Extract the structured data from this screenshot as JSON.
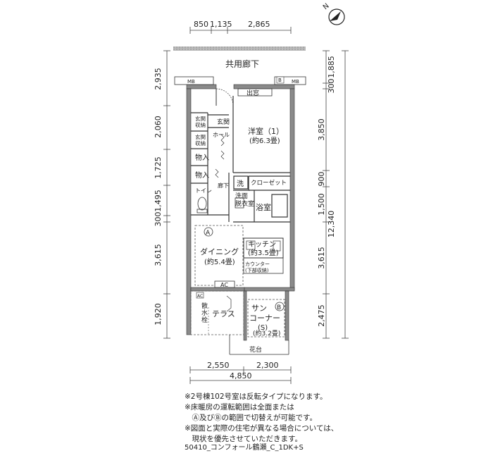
{
  "dims": {
    "top": [
      "850",
      "1,135",
      "2,865"
    ],
    "left": [
      "2,935",
      "2,060",
      "1,725",
      "1,495",
      "300",
      "3,615",
      "1,920"
    ],
    "right": [
      "1,885",
      "300",
      "3,850",
      "900",
      "1,500",
      "12,340",
      "3,615",
      "2,475"
    ],
    "bottom": [
      "2,550",
      "2,300",
      "4,850"
    ]
  },
  "rooms": {
    "corridor": "共用廊下",
    "mb_left": "MB",
    "mb_right": "MB",
    "b": "B",
    "demado": "出窓",
    "genkan_shuno_1": [
      "玄関",
      "収納"
    ],
    "genkan_shuno_2": [
      "玄関",
      "収納"
    ],
    "genkan": "玄関",
    "hall": "ホール",
    "yoshitsu": [
      "洋室（1）",
      "(約6.3畳)"
    ],
    "mono_1": "物入",
    "mono_2": "物入",
    "toilet": "トイレ",
    "rouka": "廊下",
    "sen": "洗",
    "closet": "クローゼット",
    "senmen": [
      "洗面",
      "脱衣室"
    ],
    "yokushitsu": "浴室",
    "marker_a": "A",
    "dining": [
      "ダイニング",
      "(約5.4畳)"
    ],
    "kitchen": [
      "キッチン",
      "(約3.5畳)"
    ],
    "counter": [
      "カウンター",
      "(下部収納)"
    ],
    "ac_1": "AC",
    "ac_2": "AC",
    "sansui": [
      "散",
      "水",
      "栓"
    ],
    "terrace": "テラス",
    "sun": [
      "サン",
      "コーナー",
      "(S)",
      "(約3.2畳)"
    ],
    "marker_b": "B",
    "kadai": "花台"
  },
  "notes": [
    "※2号棟102号室は反転タイプになります。",
    "※床暖房の運転範囲は全面または",
    "　Ⓐ及びⒷの範囲で切替えが可能です。",
    "※図面と実際の住宅が異なる場合については、",
    "　現状を優先させていただきます。"
  ],
  "code": "50410_コンフォール鶴瀬_C_1DK+S",
  "compass": "N"
}
